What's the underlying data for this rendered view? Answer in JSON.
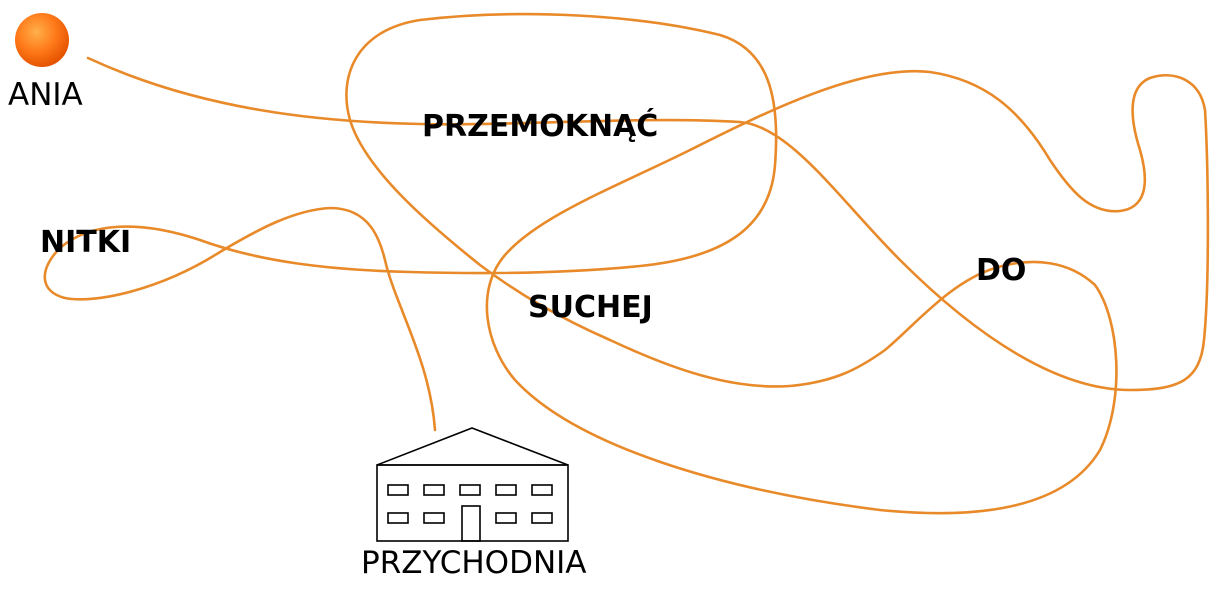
{
  "start": {
    "label": "ANIA",
    "icon": "orange-ball-icon",
    "color": "#ff7a1a"
  },
  "end": {
    "label": "PRZYCHODNIA",
    "icon": "building-icon"
  },
  "thread_color": "#e88a2a",
  "words": [
    {
      "id": "przemoknac",
      "text": "PRZEMOKNĄĆ"
    },
    {
      "id": "nitki",
      "text": "NITKI"
    },
    {
      "id": "suchej",
      "text": "SUCHEJ"
    },
    {
      "id": "do",
      "text": "DO"
    }
  ]
}
